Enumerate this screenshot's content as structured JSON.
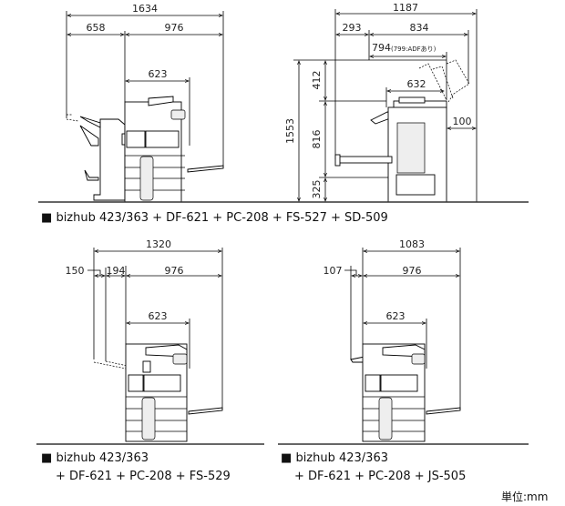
{
  "diagram1": {
    "dims": {
      "total": "1634",
      "left": "658",
      "right": "976",
      "body": "623"
    },
    "caption": "bizhub 423/363 + DF-621 + PC-208 + FS-527 + SD-509"
  },
  "diagram2": {
    "dims": {
      "total": "1187",
      "left": "293",
      "right": "834",
      "adf": "794",
      "adf_note": "(799:ADFあり)",
      "top": "632",
      "clearance": "100",
      "height": "1553",
      "h_upper": "412",
      "h_mid": "816",
      "h_lower": "325"
    }
  },
  "diagram3": {
    "dims": {
      "total": "1320",
      "a": "150",
      "b": "194",
      "right": "976",
      "body": "623"
    },
    "caption_line1": "bizhub 423/363",
    "caption_line2": "+ DF-621 + PC-208 + FS-529"
  },
  "diagram4": {
    "dims": {
      "total": "1083",
      "a": "107",
      "right": "976",
      "body": "623"
    },
    "caption_line1": "bizhub 423/363",
    "caption_line2": "+ DF-621 + PC-208 + JS-505"
  },
  "unit_label": "単位:mm",
  "bullet": "■"
}
